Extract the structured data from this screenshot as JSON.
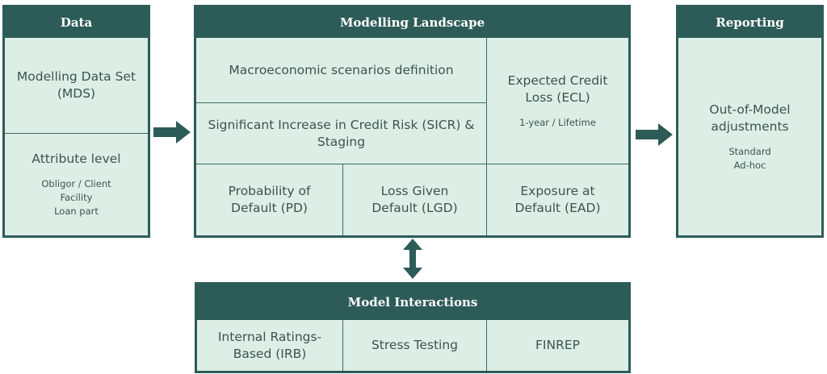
{
  "data_panel": {
    "title": "Data",
    "mds": "Modelling Data Set\n(MDS)",
    "attr_title": "Attribute level",
    "attr_items": "Obligor / Client\nFacility\nLoan part"
  },
  "landscape": {
    "title": "Modelling Landscape",
    "macro": "Macroeconomic scenarios definition",
    "sicr": "Significant Increase in Credit Risk (SICR) &\nStaging",
    "ecl": "Expected Credit\nLoss (ECL)",
    "ecl_sub": "1-year / Lifetime",
    "pd": "Probability of\nDefault (PD)",
    "lgd": "Loss Given\nDefault (LGD)",
    "ead": "Exposure at\nDefault (EAD)"
  },
  "reporting": {
    "title": "Reporting",
    "main": "Out-of-Model\nadjustments",
    "sub": "Standard\nAd-hoc"
  },
  "interactions": {
    "title": "Model Interactions",
    "irb": "Internal Ratings-\nBased (IRB)",
    "stress": "Stress Testing",
    "finrep": "FINREP"
  },
  "colors": {
    "header": "#2d5c58",
    "fill": "#ddeee6",
    "text": "#3c5351"
  }
}
